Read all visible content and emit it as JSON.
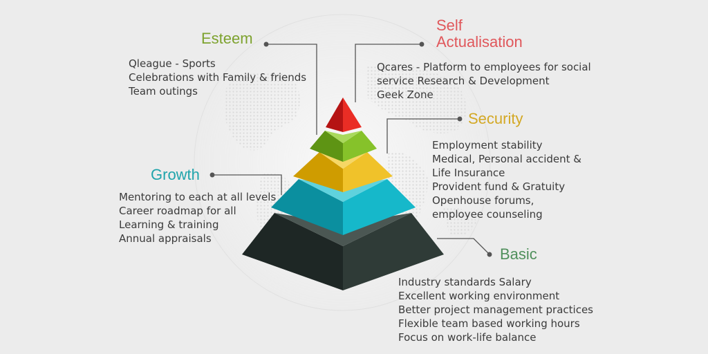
{
  "colors": {
    "background": "#ececec",
    "esteem_title": "#7da22e",
    "self_title": "#e0575b",
    "security_title": "#d3a824",
    "growth_title": "#1fa4ab",
    "basic_title": "#4f8f5b",
    "peak": "#d8201f",
    "level_green": "#7cb41f",
    "level_yellow": "#e3b40b",
    "level_cyan": "#16aec0",
    "level_base": "#2e3a36",
    "connector": "#555555"
  },
  "levels": {
    "esteem": {
      "title": "Esteem",
      "items": [
        "Qleague - Sports",
        "Celebrations with Family & friends",
        "Team outings"
      ]
    },
    "self_actualisation": {
      "title_line1": "Self",
      "title_line2": "Actualisation",
      "items": [
        "Qcares - Platform to employees for social service Research & Development",
        "Geek Zone"
      ]
    },
    "security": {
      "title": "Security",
      "items": [
        "Employment stability",
        "Medical, Personal accident &",
        "Life Insurance",
        "Provident fund & Gratuity",
        "Openhouse forums,",
        "employee counseling"
      ]
    },
    "growth": {
      "title": "Growth",
      "items": [
        "Mentoring to each at all levels",
        "Career roadmap for all",
        "Learning & training",
        "Annual appraisals"
      ]
    },
    "basic": {
      "title": "Basic",
      "items": [
        "Industry standards Salary",
        "Excellent working environment",
        "Better project management practices",
        "Flexible team based working hours",
        "Focus on work-life balance"
      ]
    }
  }
}
